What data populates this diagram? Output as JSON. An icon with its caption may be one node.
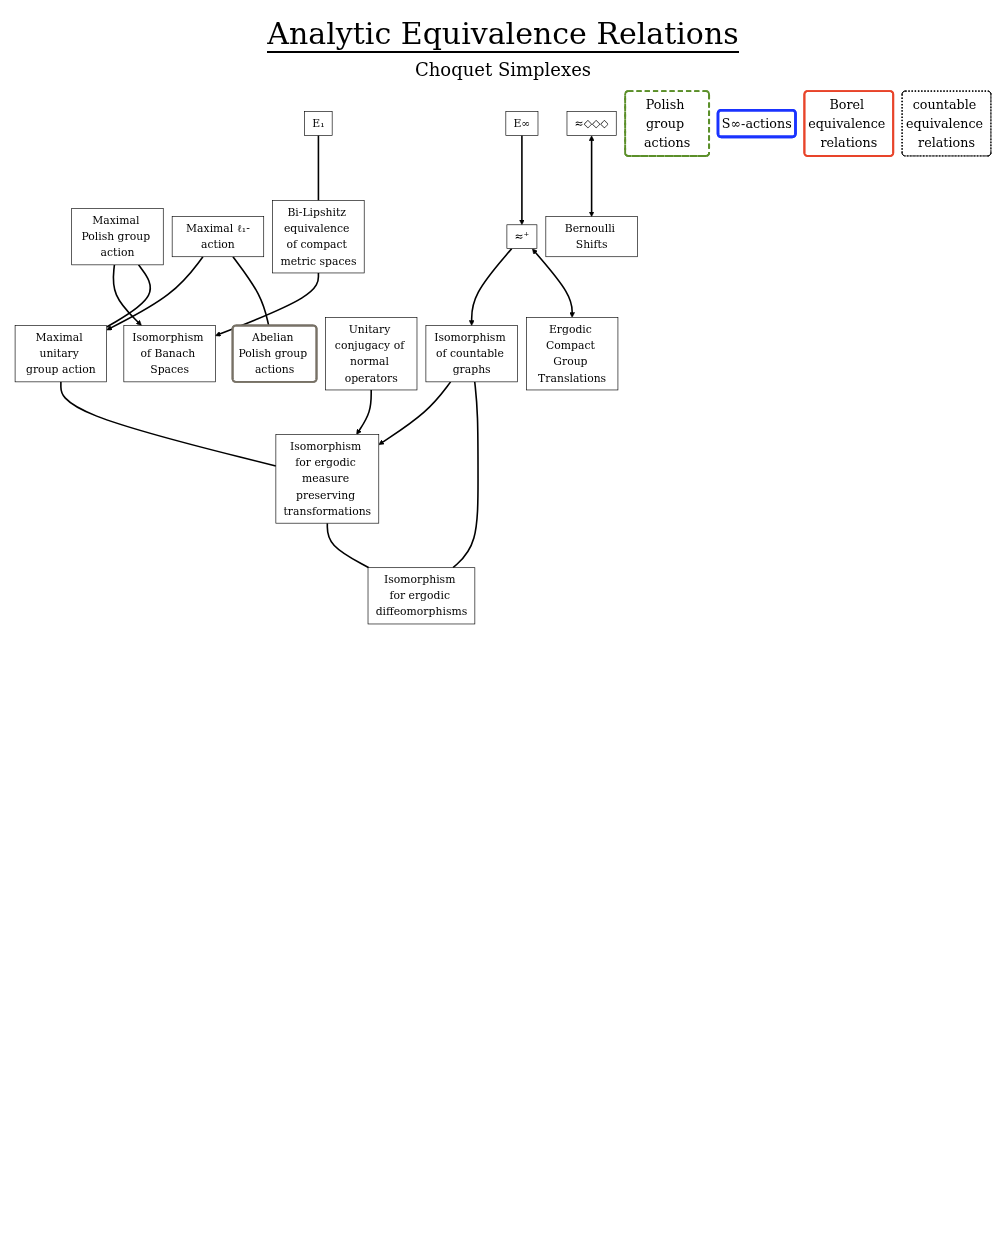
{
  "diagram": {
    "title": "Analytic Equivalence Relations",
    "nodes": [
      {
        "text": [
          "Isomorphism of Banach Spaces"
        ]
      },
      {
        "text": [
          "Maximal Polish group action"
        ]
      },
      {
        "text": [
          "Maximal unitary group action"
        ]
      },
      {
        "text": [
          "Isomorphism for ergodic measure preserving transformations"
        ]
      },
      {
        "text": [
          "Isomorphism for ergodic diffeomorphisms"
        ]
      },
      {
        "text": [
          "Maximal ℓ₁-action"
        ]
      },
      {
        "text": [
          "Isomorphism of countable graphs"
        ]
      },
      {
        "text": [
          "Unitary conjugacy of normal operators"
        ]
      },
      {
        "text": [
          "Bi-Lipshitz equivalence of compact metric spaces"
        ]
      },
      {
        "text": [
          "E₁"
        ]
      },
      {
        "text": [
          "E∞"
        ]
      },
      {
        "text": [
          "≈⁺"
        ]
      },
      {
        "text": [
          "Ergodic Compact Group Translations"
        ]
      },
      {
        "text": [
          "≈◇◇◇"
        ]
      },
      {
        "text": [
          "Bernoulli Shifts"
        ]
      },
      {
        "text": [
          "Abelian Polish group actions"
        ]
      },
      {
        "text": [
          "Polish group actions"
        ]
      },
      {
        "text": [
          "S∞-actions"
        ]
      },
      {
        "text": [
          "Borel equivalence relations"
        ]
      },
      {
        "text": [
          "countable equivalence relations"
        ]
      }
    ],
    "edges": [
      {
        "from": 1,
        "to": 0,
        "arrow": "to"
      },
      {
        "from": 8,
        "to": 0,
        "arrow": "to"
      },
      {
        "from": 9,
        "to": 8,
        "arrow": "none"
      },
      {
        "from": 1,
        "to": 2,
        "arrow": "none"
      },
      {
        "from": 5,
        "to": 2,
        "arrow": "to"
      },
      {
        "from": 5,
        "to": 15,
        "arrow": "none"
      },
      {
        "from": 2,
        "to": 3,
        "arrow": "none"
      },
      {
        "from": 3,
        "to": 4,
        "arrow": "none"
      },
      {
        "from": 6,
        "to": 3,
        "arrow": "to"
      },
      {
        "from": 6,
        "to": 4,
        "arrow": "none"
      },
      {
        "from": 7,
        "to": 3,
        "arrow": "to"
      },
      {
        "from": 11,
        "to": 6,
        "arrow": "to"
      },
      {
        "from": 11,
        "to": 12,
        "arrow": "both"
      },
      {
        "from": 10,
        "to": 11,
        "arrow": "to"
      },
      {
        "from": 13,
        "to": 14,
        "arrow": "both"
      }
    ],
    "labels": [
      "Choquet Simplexes"
    ]
  }
}
